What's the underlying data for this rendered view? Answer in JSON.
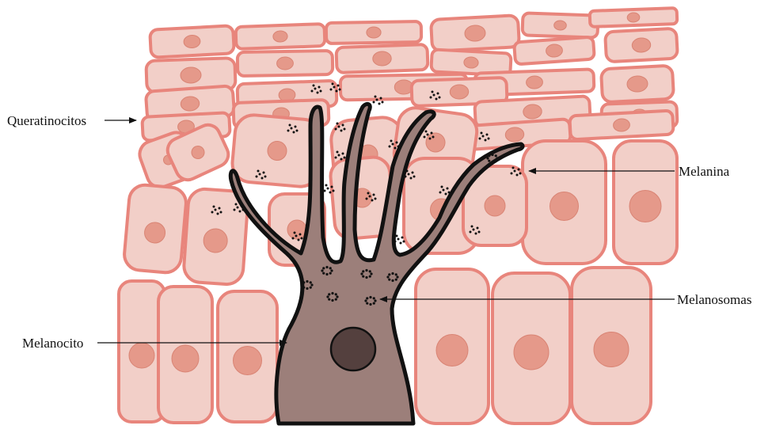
{
  "labels": {
    "keratinocytes": "Queratinocitos",
    "melanin": "Melanina",
    "melanosomes": "Melanosomas",
    "melanocyte": "Melanocito"
  },
  "colors": {
    "cell_fill": "#f2cfc8",
    "cell_border": "#e8857c",
    "nucleus_fill": "#e5998a",
    "nucleus_border": "#d98474",
    "melanocyte_fill": "#9c7f7a",
    "melanocyte_border": "#111111",
    "melanocyte_nucleus": "#54403e",
    "granule": "#111111"
  }
}
